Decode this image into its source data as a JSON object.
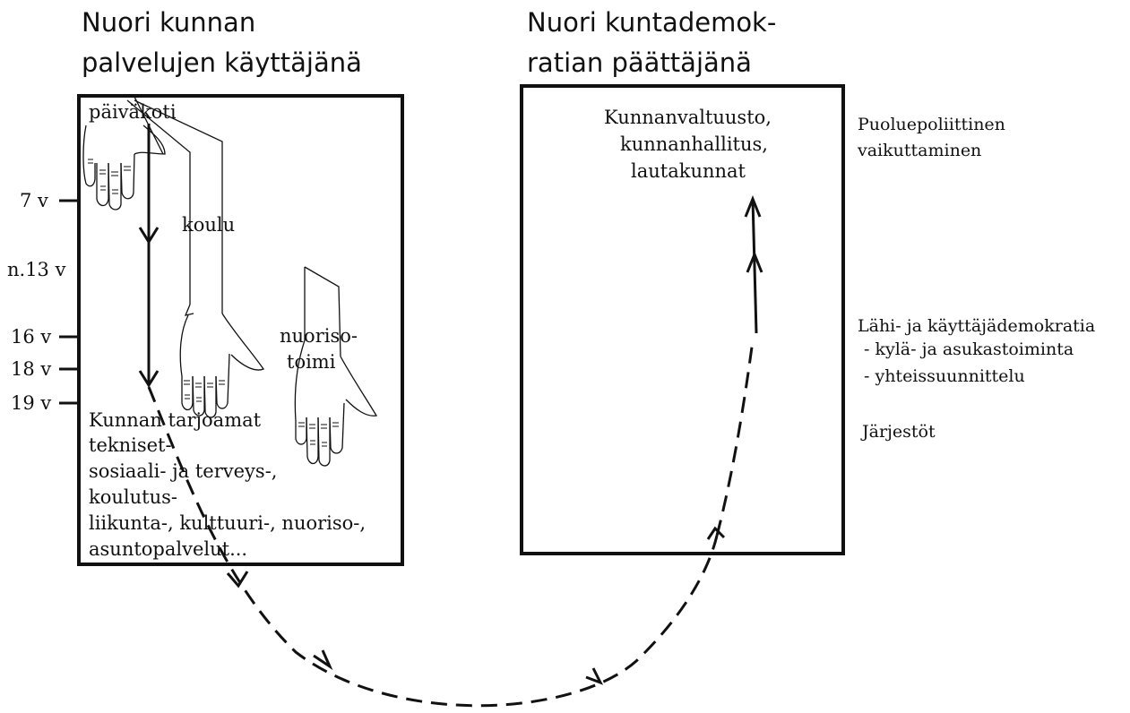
{
  "headings": {
    "left_line1": "Nuori kunnan",
    "left_line2": "palvelujen käyttäjänä",
    "right_line1": "Nuori kuntademok-",
    "right_line2": "ratian päättäjänä"
  },
  "ages": {
    "a7": "7 v",
    "a13": "n.13 v",
    "a16": "16 v",
    "a18": "18 v",
    "a19": "19 v"
  },
  "left_box": {
    "paivakoti": "päiväkoti",
    "koulu": "koulu",
    "nuoriso_line1": "nuoriso-",
    "nuoriso_line2": "toimi",
    "services_lines": [
      "Kunnan tarjoamat",
      "tekniset-",
      "sosiaali- ja terveys-,",
      "koulutus-",
      "liikunta-, kulttuuri-, nuoriso-,",
      "asuntopalvelut..."
    ]
  },
  "right_box": {
    "lines": [
      "Kunnanvaltuusto,",
      "kunnanhallitus,",
      "lautakunnat"
    ]
  },
  "side_notes": {
    "puolue_line1": "Puoluepoliittinen",
    "puolue_line2": "vaikuttaminen",
    "lahi_title": "Lähi- ja käyttäjädemokratia",
    "lahi_item1": "- kylä- ja asukastoiminta",
    "lahi_item2": "- yhteissuunnittelu",
    "jarjestot": "Järjestöt"
  }
}
